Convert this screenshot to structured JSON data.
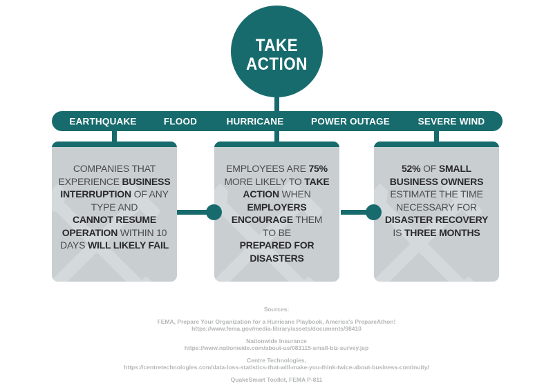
{
  "circle": {
    "line1": "TAKE",
    "line2": "ACTION"
  },
  "categories": [
    {
      "label": "EARTHQUAKE"
    },
    {
      "label": "FLOOD"
    },
    {
      "label": "HURRICANE"
    },
    {
      "label": "POWER OUTAGE"
    },
    {
      "label": "SEVERE WIND"
    }
  ],
  "cards": [
    {
      "watermark_icon": "crossed-tools",
      "lines": [
        [
          {
            "t": "COMPANIES THAT"
          }
        ],
        [
          {
            "t": "EXPERIENCE "
          },
          {
            "t": "BUSINESS",
            "b": true
          }
        ],
        [
          {
            "t": "INTERRUPTION",
            "b": true
          },
          {
            "t": " OF ANY"
          }
        ],
        [
          {
            "t": "TYPE AND"
          }
        ],
        [
          {
            "t": "CANNOT RESUME",
            "b": true
          }
        ],
        [
          {
            "t": "OPERATION",
            "b": true
          },
          {
            "t": " WITHIN 10"
          }
        ],
        [
          {
            "t": "DAYS "
          },
          {
            "t": "WILL LIKELY FAIL",
            "b": true
          }
        ]
      ]
    },
    {
      "watermark_icon": "crossed-tools",
      "lines": [
        [
          {
            "t": "EMPLOYEES ARE "
          },
          {
            "t": "75%",
            "b": true
          }
        ],
        [
          {
            "t": "MORE LIKELY TO "
          },
          {
            "t": "TAKE",
            "b": true
          }
        ],
        [
          {
            "t": "ACTION",
            "b": true
          },
          {
            "t": " WHEN"
          }
        ],
        [
          {
            "t": "EMPLOYERS",
            "b": true
          }
        ],
        [
          {
            "t": "ENCOURAGE",
            "b": true
          },
          {
            "t": " THEM"
          }
        ],
        [
          {
            "t": "TO BE"
          }
        ],
        [
          {
            "t": "PREPARED FOR",
            "b": true
          }
        ],
        [
          {
            "t": "DISASTERS",
            "b": true
          }
        ]
      ]
    },
    {
      "watermark_icon": "crossed-tools",
      "lines": [
        [
          {
            "t": "52%",
            "b": true
          },
          {
            "t": " OF "
          },
          {
            "t": "SMALL",
            "b": true
          }
        ],
        [
          {
            "t": "BUSINESS OWNERS",
            "b": true
          }
        ],
        [
          {
            "t": "ESTIMATE THE TIME"
          }
        ],
        [
          {
            "t": "NECESSARY FOR"
          }
        ],
        [
          {
            "t": "DISASTER RECOVERY",
            "b": true
          }
        ],
        [
          {
            "t": "IS "
          },
          {
            "t": "THREE MONTHS",
            "b": true
          }
        ]
      ]
    }
  ],
  "sources": {
    "title": "Sources:",
    "entries": [
      {
        "label": "FEMA, Prepare Your Organization for a Hurricane Playbook, America's PrepareAthon!",
        "url": "https://www.fema.gov/media-library/assets/documents/98410"
      },
      {
        "label": "Nationwide Insurance",
        "url": "https://www.nationwide.com/about-us/083115-small-biz-survey.jsp"
      },
      {
        "label": "Centre Technologies,",
        "url": "https://centretechnologies.com/data-loss-statistics-that-will-make-you-think-twice-about-business-continuity/"
      },
      {
        "label": "QuakeSmart Toolkit, FEMA P-811",
        "url": ""
      }
    ]
  },
  "colors": {
    "teal": "#186b6d",
    "card_bg": "#c9ced1",
    "watermark": "#d4d9db",
    "text_regular": "#4a4b4d",
    "text_bold": "#29292b",
    "source_text": "#b4b6b8",
    "background": "#ffffff",
    "label_text": "#ffffff"
  }
}
